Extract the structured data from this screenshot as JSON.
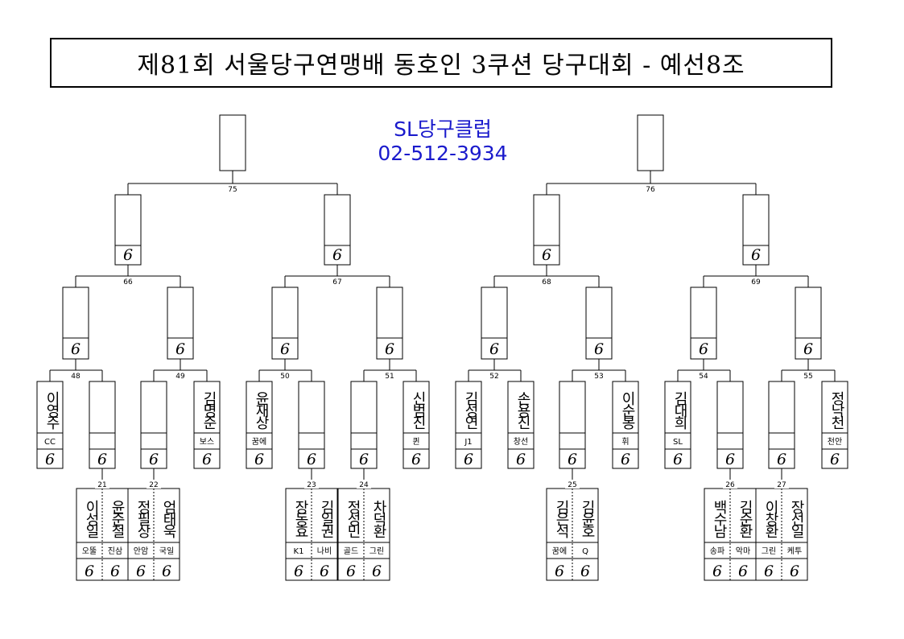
{
  "title": "제81회 서울당구연맹배 동호인 3쿠션 당구대회 - 예선8조",
  "club": {
    "name": "SL당구클럽",
    "phone": "02-512-3934"
  },
  "slot_mark": "6",
  "match_numbers": {
    "m21": "21",
    "m22": "22",
    "m23": "23",
    "m24": "24",
    "m25": "25",
    "m26": "26",
    "m27": "27",
    "m48": "48",
    "m49": "49",
    "m50": "50",
    "m51": "51",
    "m52": "52",
    "m53": "53",
    "m54": "54",
    "m55": "55",
    "m66": "66",
    "m67": "67",
    "m68": "68",
    "m69": "69",
    "m75": "75",
    "m76": "76"
  },
  "players": {
    "p1": {
      "name": "이영주",
      "club": "CC"
    },
    "p2": {
      "name": "김명준",
      "club": "보스"
    },
    "p3": {
      "name": "윤재상",
      "club": "꿈에"
    },
    "p4": {
      "name": "신범진",
      "club": "퀸"
    },
    "p5": {
      "name": "김성연",
      "club": "J1"
    },
    "p6": {
      "name": "손용진",
      "club": "창선"
    },
    "p7": {
      "name": "이순봉",
      "club": "휘"
    },
    "p8": {
      "name": "김대희",
      "club": "SL"
    },
    "p9": {
      "name": "정낙천",
      "club": "천안"
    },
    "q1": {
      "name": "이성일",
      "club": "오뚤"
    },
    "q2": {
      "name": "윤준철",
      "club": "진삼"
    },
    "q3": {
      "name": "정필상",
      "club": "안암"
    },
    "q4": {
      "name": "엄태욱",
      "club": "국일"
    },
    "q5": {
      "name": "장동효",
      "club": "K1"
    },
    "q6": {
      "name": "김일권",
      "club": "나비"
    },
    "q7": {
      "name": "정성민",
      "club": "골드"
    },
    "q8": {
      "name": "차덕환",
      "club": "그린"
    },
    "q9": {
      "name": "김은석",
      "club": "꿈에"
    },
    "q10": {
      "name": "김윤호",
      "club": "Q"
    },
    "q11": {
      "name": "백수남",
      "club": "송파"
    },
    "q12": {
      "name": "김순환",
      "club": "악마"
    },
    "q13": {
      "name": "이창환",
      "club": "그린"
    },
    "q14": {
      "name": "장선일",
      "club": "케투"
    }
  },
  "colors": {
    "ink": "#000000",
    "club_text": "#1a1acc"
  }
}
